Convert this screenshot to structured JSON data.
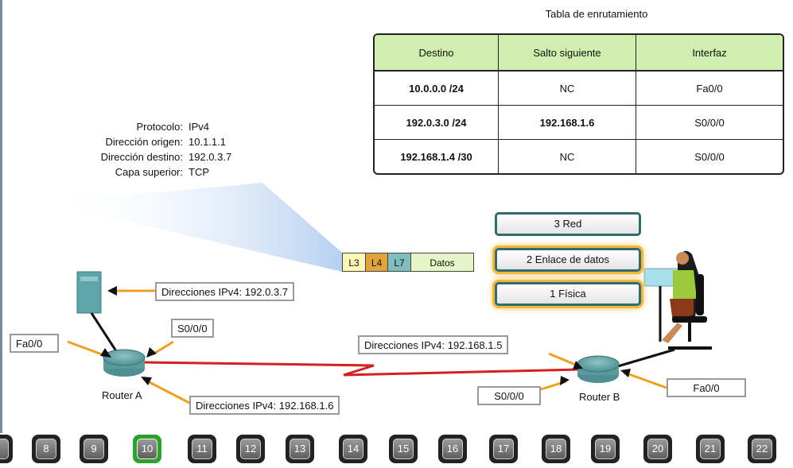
{
  "routing_table": {
    "title": "Tabla de enrutamiento",
    "headers": [
      "Destino",
      "Salto siguiente",
      "Interfaz"
    ],
    "rows": [
      {
        "destino": "10.0.0.0 /24",
        "salto": "NC",
        "interfaz": "Fa0/0"
      },
      {
        "destino": "192.0.3.0 /24",
        "salto": "192.168.1.6",
        "interfaz": "S0/0/0"
      },
      {
        "destino": "192.168.1.4 /30",
        "salto": "NC",
        "interfaz": "S0/0/0"
      }
    ]
  },
  "packet_info": {
    "protocol_label": "Protocolo:",
    "protocol": "IPv4",
    "src_label": "Dirección origen:",
    "src": "10.1.1.1",
    "dst_label": "Dirección destino:",
    "dst": "192.0.3.7",
    "upper_label": "Capa superior:",
    "upper": "TCP"
  },
  "packet_header": {
    "l3": "L3",
    "l4": "L4",
    "l7": "L7",
    "data": "Datos"
  },
  "osi_layers": {
    "l3": "3 Red",
    "l2": "2 Enlace de datos",
    "l1": "1 Física"
  },
  "labels": {
    "server_ip": "Direcciones IPv4: 192.0.3.7",
    "routerA_s0": "S0/0/0",
    "routerA_fa": "Fa0/0",
    "routerA_ip": "Direcciones IPv4: 192.168.1.6",
    "routerB_ip": "Direcciones IPv4: 192.168.1.5",
    "routerB_s0": "S0/0/0",
    "routerB_fa": "Fa0/0"
  },
  "routers": {
    "a": "Router A",
    "b": "Router B"
  },
  "nav": {
    "buttons": [
      "8",
      "9",
      "10",
      "11",
      "12",
      "13",
      "14",
      "15",
      "16",
      "17",
      "18",
      "19",
      "20",
      "21",
      "22"
    ],
    "active": "10"
  },
  "colors": {
    "table_header": "#cfeeb0",
    "serial_link": "#d42020",
    "callout_arrow": "#f0a020",
    "layer_border": "#2f6e6e",
    "layer_glow": "#f4b640",
    "active_nav": "#2ea02e"
  }
}
